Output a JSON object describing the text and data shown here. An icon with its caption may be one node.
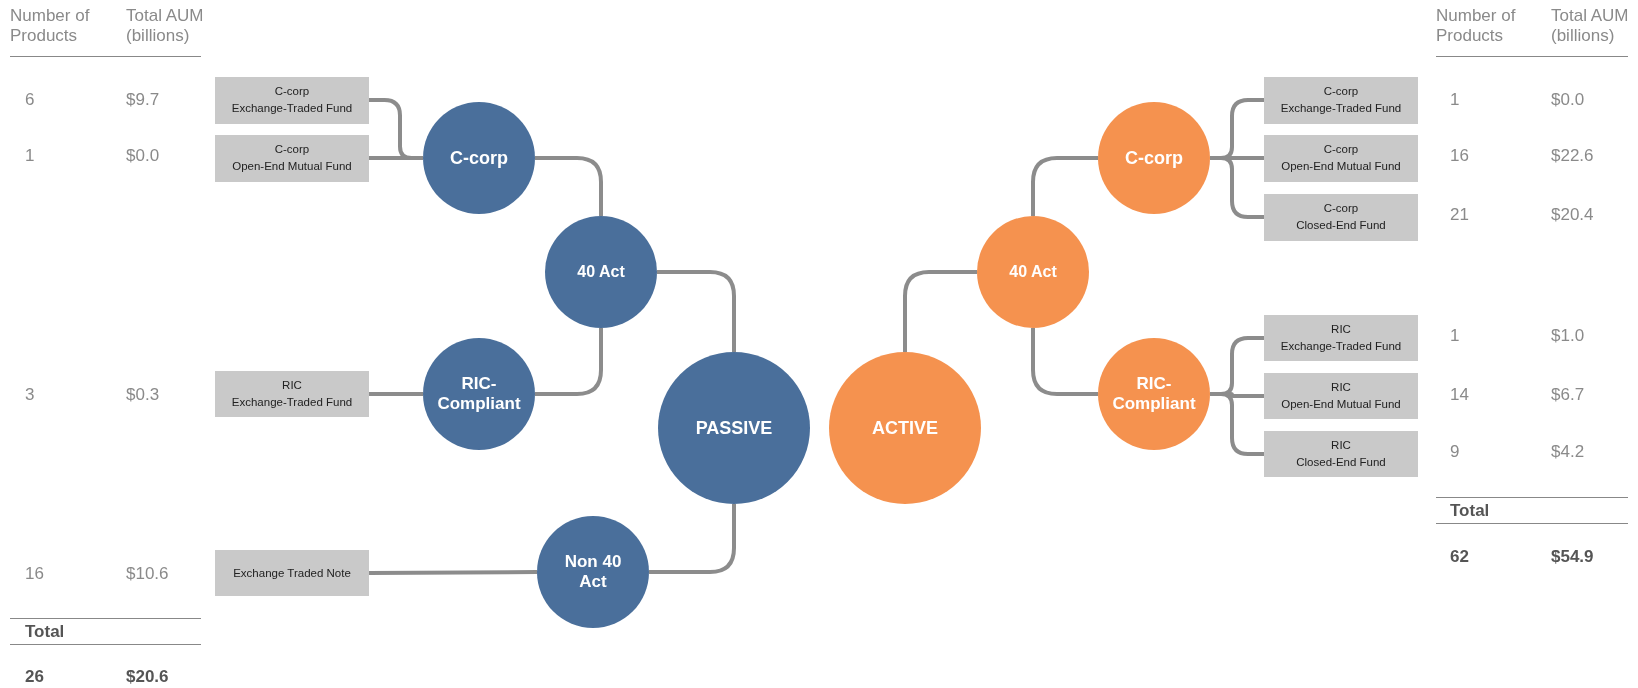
{
  "diagram": {
    "nodes": [
      {
        "text": [
          "C-corp",
          "Exchange-Traded Fund"
        ]
      },
      {
        "text": [
          "C-corp",
          "Open-End Mutual Fund"
        ]
      },
      {
        "text": [
          "C-corp"
        ]
      },
      {
        "text": [
          "40 Act"
        ]
      },
      {
        "text": [
          "RIC",
          "Exchange-Traded Fund"
        ]
      },
      {
        "text": [
          "RIC- Compliant"
        ]
      },
      {
        "text": [
          "PASSIVE"
        ]
      },
      {
        "text": [
          "Non 40 Act"
        ]
      },
      {
        "text": [
          "Exchange Traded Note"
        ]
      },
      {
        "text": [
          "ACTIVE"
        ]
      },
      {
        "text": [
          "40 Act"
        ]
      },
      {
        "text": [
          "C-corp"
        ]
      },
      {
        "text": [
          "RIC- Compliant"
        ]
      },
      {
        "text": [
          "C-corp",
          "Exchange-Traded Fund"
        ]
      },
      {
        "text": [
          "C-corp",
          "Open-End Mutual Fund"
        ]
      },
      {
        "text": [
          "C-corp",
          "Closed-End Fund"
        ]
      },
      {
        "text": [
          "RIC",
          "Exchange-Traded Fund"
        ]
      },
      {
        "text": [
          "RIC",
          "Open-End Mutual Fund"
        ]
      },
      {
        "text": [
          "RIC",
          "Closed-End Fund"
        ]
      }
    ],
    "edges": [
      {
        "from": 6,
        "to": 3,
        "arrow": "none"
      },
      {
        "from": 6,
        "to": 7,
        "arrow": "none"
      },
      {
        "from": 3,
        "to": 2,
        "arrow": "none"
      },
      {
        "from": 3,
        "to": 5,
        "arrow": "none"
      },
      {
        "from": 2,
        "to": 0,
        "arrow": "none"
      },
      {
        "from": 2,
        "to": 1,
        "arrow": "none"
      },
      {
        "from": 5,
        "to": 4,
        "arrow": "none"
      },
      {
        "from": 7,
        "to": 8,
        "arrow": "none"
      },
      {
        "from": 9,
        "to": 10,
        "arrow": "none"
      },
      {
        "from": 10,
        "to": 11,
        "arrow": "none"
      },
      {
        "from": 10,
        "to": 12,
        "arrow": "none"
      },
      {
        "from": 11,
        "to": 13,
        "arrow": "none"
      },
      {
        "from": 11,
        "to": 14,
        "arrow": "none"
      },
      {
        "from": 11,
        "to": 15,
        "arrow": "none"
      },
      {
        "from": 12,
        "to": 16,
        "arrow": "none"
      },
      {
        "from": 12,
        "to": 17,
        "arrow": "none"
      },
      {
        "from": 12,
        "to": 18,
        "arrow": "none"
      }
    ],
    "labels": [
      "Number of Products",
      "Total AUM (billions)",
      "6",
      "$9.7",
      "1",
      "$0.0",
      "3",
      "$0.3",
      "16",
      "$10.6",
      "Total",
      "26",
      "$20.6",
      "Number of Products",
      "Total AUM (billions)",
      "1",
      "$0.0",
      "16",
      "$22.6",
      "21",
      "$20.4",
      "1",
      "$1.0",
      "14",
      "$6.7",
      "9",
      "$4.2",
      "Total",
      "62",
      "$54.9"
    ]
  }
}
